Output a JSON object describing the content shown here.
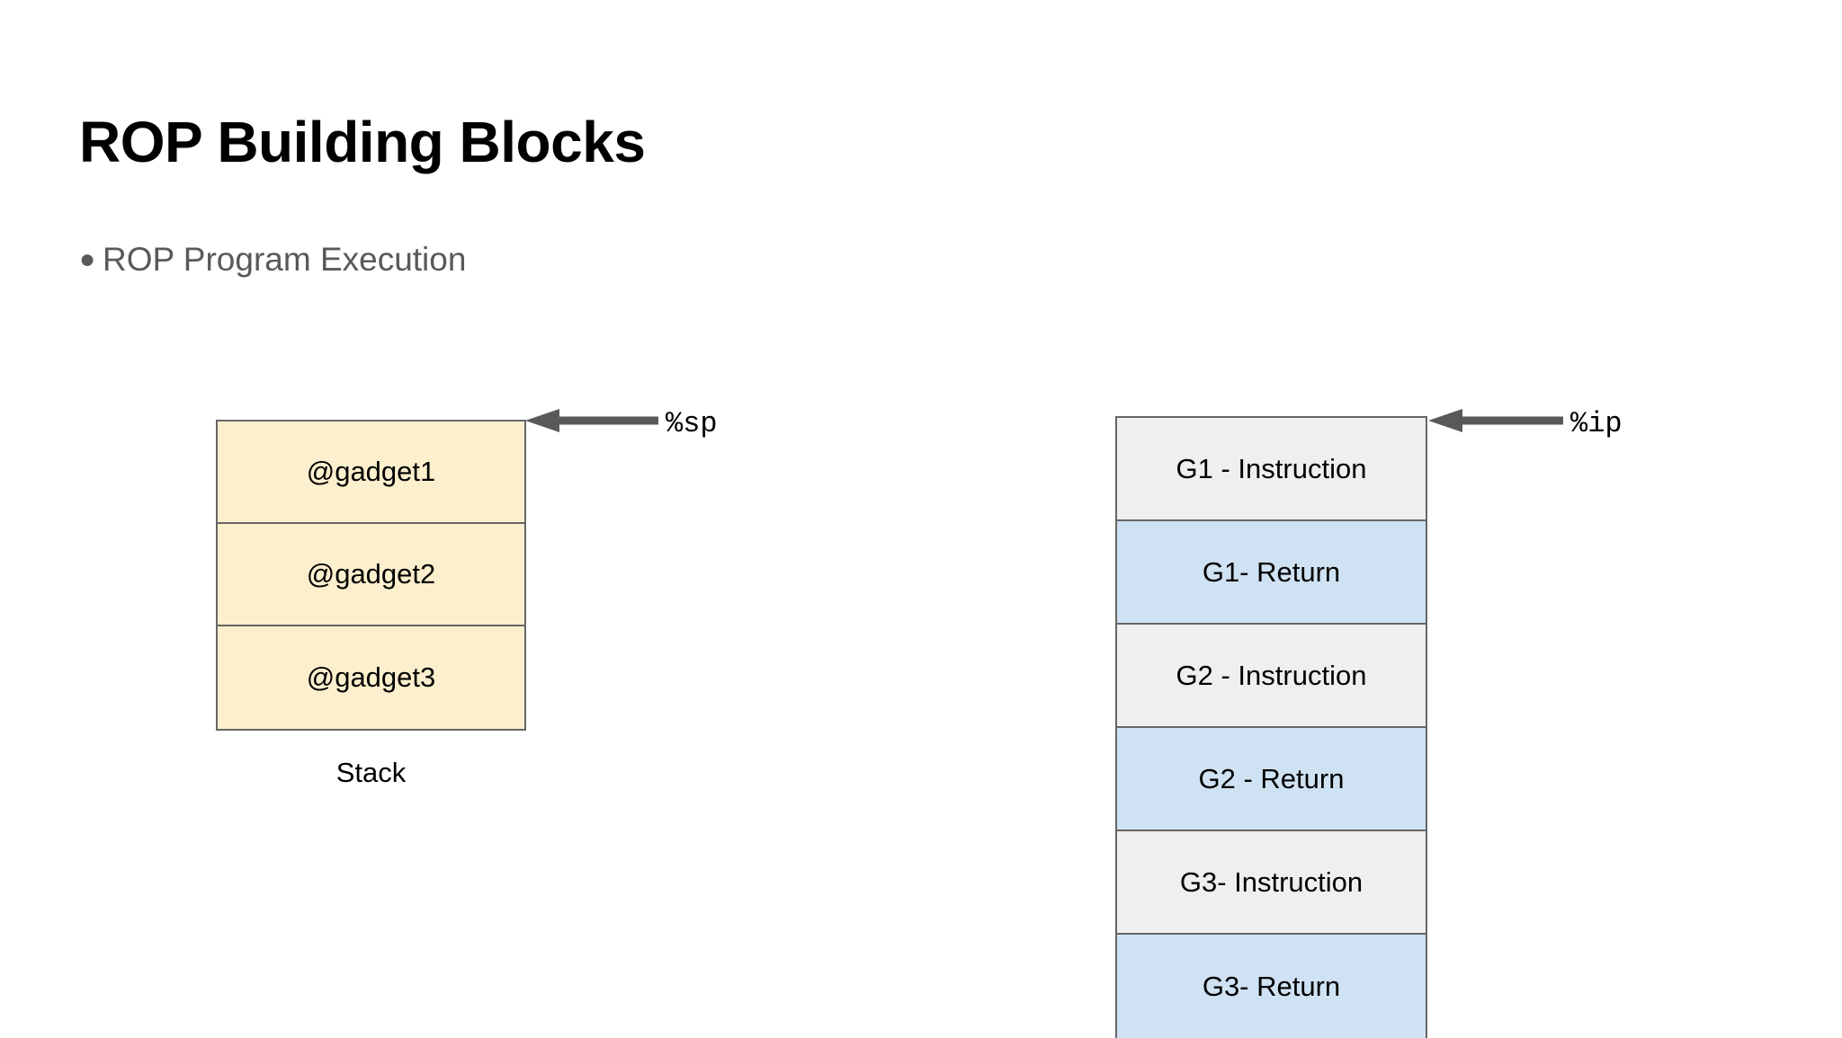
{
  "slide": {
    "title": "ROP Building Blocks",
    "bullets": [
      {
        "marker": "●",
        "text": "ROP Program Execution"
      }
    ]
  },
  "colors": {
    "stack_cell_fill": "#FCEFCD",
    "instruction_cell_fill": "#EFEFEF",
    "return_cell_fill": "#CFE2F3",
    "cell_border": "#666666",
    "arrow": "#595959",
    "bullet_text": "#595959",
    "title_text": "#000000"
  },
  "stack_diagram": {
    "caption": "Stack",
    "pointer": {
      "label": "%sp",
      "icon": "left-arrow-icon"
    },
    "cells": [
      {
        "label": "@gadget1",
        "fill": "#FCEFCD"
      },
      {
        "label": "@gadget2",
        "fill": "#FCEFCD"
      },
      {
        "label": "@gadget3",
        "fill": "#FCEFCD"
      }
    ]
  },
  "gadget_diagram": {
    "pointer": {
      "label": "%ip",
      "icon": "left-arrow-icon"
    },
    "cells": [
      {
        "label": "G1 - Instruction",
        "fill": "#EFEFEF"
      },
      {
        "label": "G1- Return",
        "fill": "#CFE2F3"
      },
      {
        "label": "G2 - Instruction",
        "fill": "#EFEFEF"
      },
      {
        "label": "G2 - Return",
        "fill": "#CFE2F3"
      },
      {
        "label": "G3- Instruction",
        "fill": "#EFEFEF"
      },
      {
        "label": "G3- Return",
        "fill": "#CFE2F3"
      }
    ]
  }
}
